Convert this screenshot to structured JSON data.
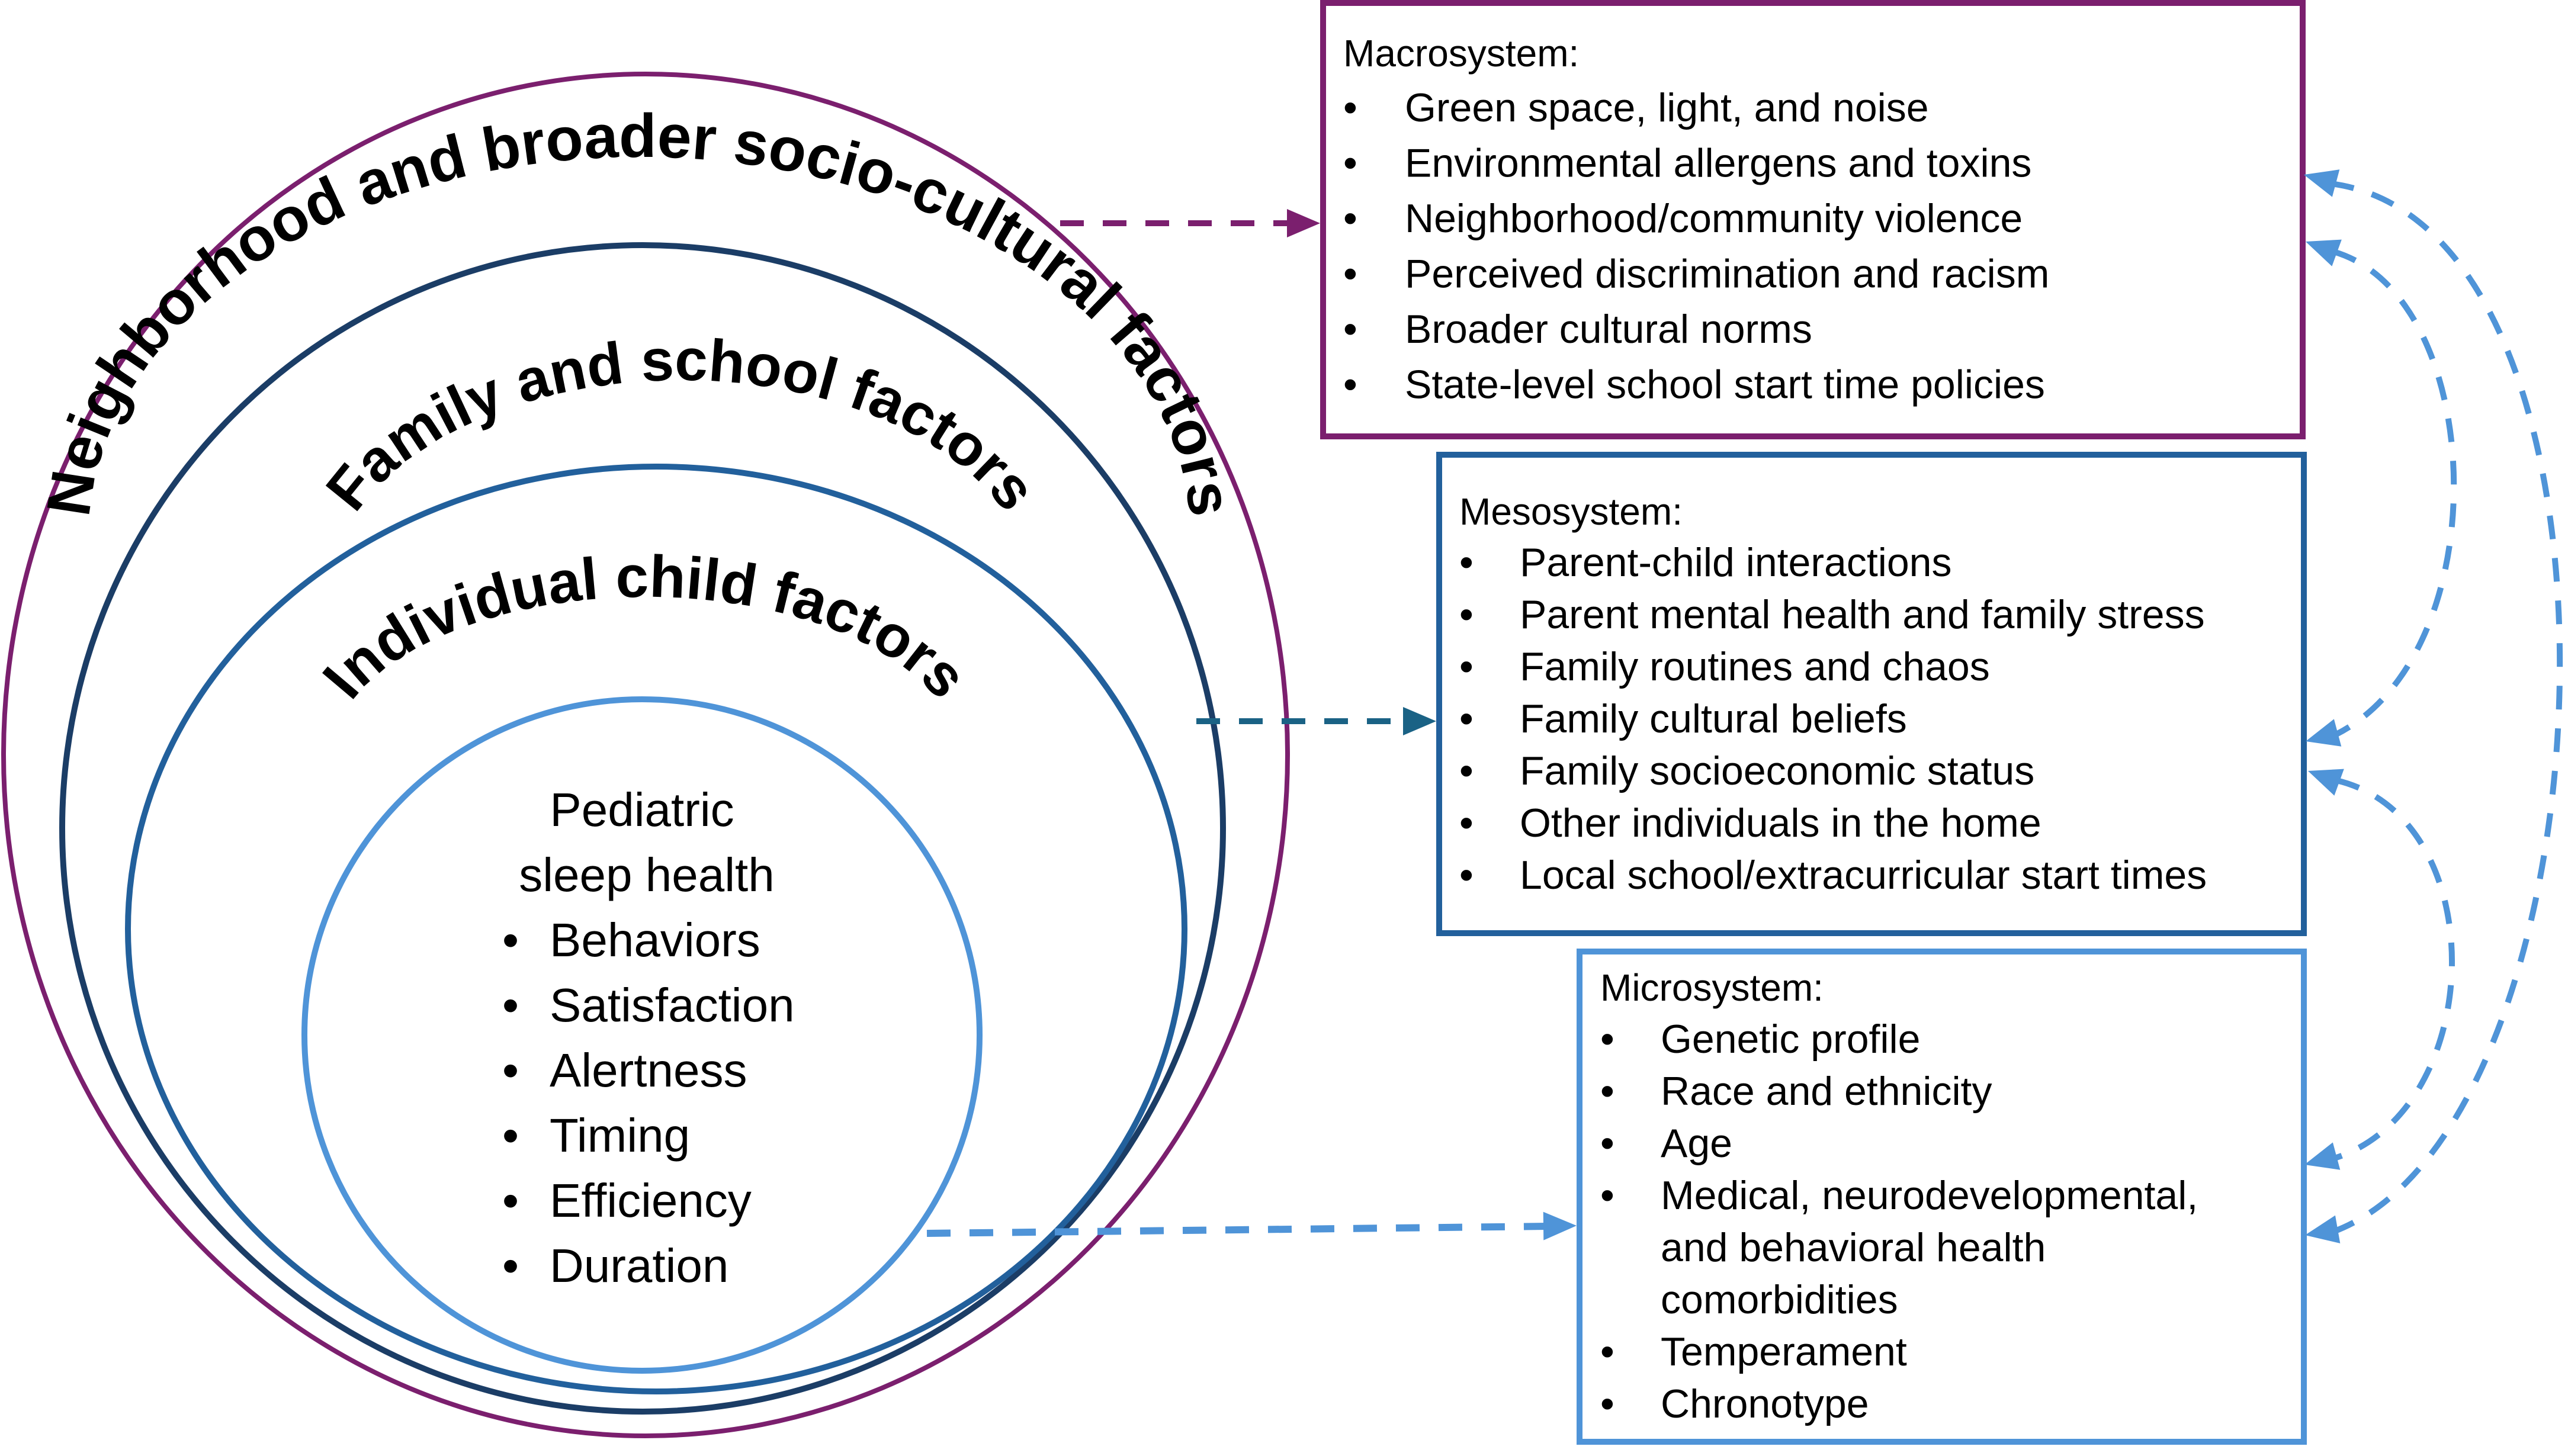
{
  "colors": {
    "macro": "#7B1F6E",
    "navy": "#1B3D66",
    "meso": "#22609C",
    "meso_arrow": "#1A6285",
    "micro": "#4F94D8",
    "text": "#000000",
    "background": "#FFFFFF"
  },
  "rings": {
    "outer_label": "Neighborhood and broader socio-cultural factors",
    "family_label": "Family and school factors",
    "individual_label": "Individual child factors"
  },
  "center": {
    "title_line1": "Pediatric",
    "title_line2": "sleep health",
    "bullet": "•",
    "items": [
      "Behaviors",
      "Satisfaction",
      "Alertness",
      "Timing",
      "Efficiency",
      "Duration"
    ]
  },
  "boxes": {
    "macro": {
      "title": "Macrosystem:",
      "items": [
        "Green space, light, and noise",
        "Environmental allergens and toxins",
        "Neighborhood/community violence",
        "Perceived discrimination and racism",
        "Broader cultural norms",
        "State-level school start time policies"
      ]
    },
    "meso": {
      "title": "Mesosystem:",
      "items": [
        "Parent-child interactions",
        "Parent mental health and family stress",
        "Family routines and chaos",
        "Family cultural beliefs",
        "Family socioeconomic status",
        "Other individuals in the home",
        "Local school/extracurricular start times"
      ]
    },
    "micro": {
      "title": "Microsystem:",
      "items": [
        [
          "Genetic profile"
        ],
        [
          "Race and ethnicity"
        ],
        [
          "Age"
        ],
        [
          "Medical, neurodevelopmental,",
          "and behavioral health",
          "comorbidities"
        ],
        [
          "Temperament"
        ],
        [
          "Chronotype"
        ]
      ]
    }
  },
  "connectors": [
    {
      "name": "outer-to-macro-arrow",
      "from": "outer-ring",
      "to": "macro-box",
      "style": "dashed",
      "color_key": "macro"
    },
    {
      "name": "navy-to-meso-arrow",
      "from": "family-ring",
      "to": "meso-box",
      "style": "dashed",
      "color_key": "meso_arrow"
    },
    {
      "name": "inner-to-micro-arrow",
      "from": "sleep-health-circle",
      "to": "micro-box",
      "style": "dashed",
      "color_key": "micro"
    },
    {
      "name": "macro-micro-bidirectional-arrow",
      "from": "macro-box",
      "to": "micro-box",
      "style": "dashed-curved",
      "color_key": "micro"
    },
    {
      "name": "macro-meso-bidirectional-arrow",
      "from": "macro-box",
      "to": "meso-box",
      "style": "dashed-curved",
      "color_key": "micro"
    },
    {
      "name": "meso-micro-bidirectional-arrow",
      "from": "meso-box",
      "to": "micro-box",
      "style": "dashed-curved",
      "color_key": "micro"
    }
  ]
}
